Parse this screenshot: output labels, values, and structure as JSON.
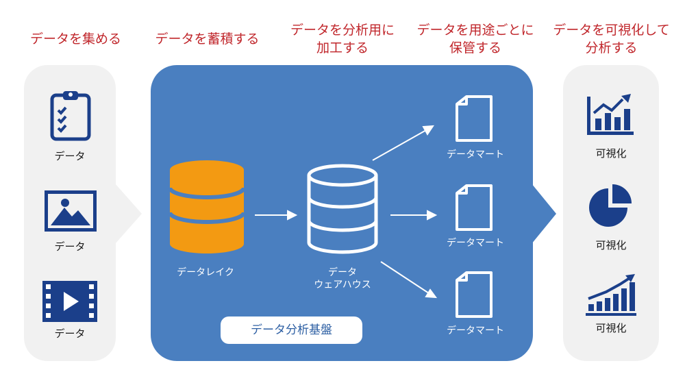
{
  "stages": [
    {
      "line1": "データを集める",
      "line2": ""
    },
    {
      "line1": "データを蓄積する",
      "line2": ""
    },
    {
      "line1": "データを分析用に",
      "line2": "加工する"
    },
    {
      "line1": "データを用途ごとに",
      "line2": "保管する"
    },
    {
      "line1": "データを可視化して",
      "line2": "分析する"
    }
  ],
  "sources": [
    {
      "label": "データ",
      "icon": "clipboard-checklist-icon"
    },
    {
      "label": "データ",
      "icon": "image-icon"
    },
    {
      "label": "データ",
      "icon": "video-film-icon"
    }
  ],
  "lake": {
    "label": "データレイク",
    "icon": "database-icon"
  },
  "warehouse": {
    "line1": "データ",
    "line2": "ウェアハウス",
    "icon": "database-icon"
  },
  "marts": [
    {
      "label": "データマート",
      "icon": "document-icon"
    },
    {
      "label": "データマート",
      "icon": "document-icon"
    },
    {
      "label": "データマート",
      "icon": "document-icon"
    }
  ],
  "platform_label": "データ分析基盤",
  "outputs": [
    {
      "label": "可視化",
      "icon": "bar-chart-trend-icon"
    },
    {
      "label": "可視化",
      "icon": "pie-chart-icon"
    },
    {
      "label": "可視化",
      "icon": "growth-chart-icon"
    }
  ],
  "colors": {
    "title_red": "#c0262b",
    "platform_blue": "#4a7fc0",
    "icon_navy": "#1b3f8a",
    "lake_orange": "#f39a12",
    "panel_gray": "#f1f1f1"
  }
}
